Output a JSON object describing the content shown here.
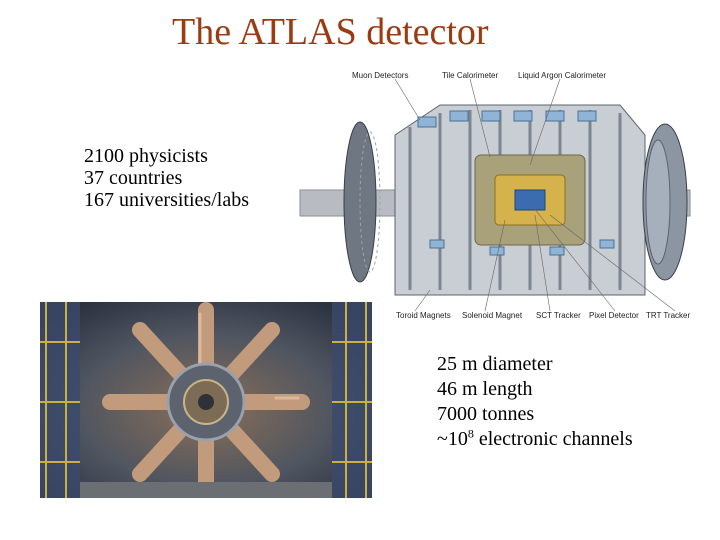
{
  "slide": {
    "title": "The ATLAS detector",
    "stats": [
      "2100 physicists",
      "37 countries",
      "167 universities/labs"
    ],
    "specs": {
      "diameter": "25 m diameter",
      "length": "46 m length",
      "weight": "7000 tonnes",
      "channels_prefix": "~10",
      "channels_exp": "8",
      "channels_suffix": " electronic channels"
    },
    "diagram_labels": {
      "muon": "Muon Detectors",
      "tile": "Tile Calorimeter",
      "lar": "Liquid Argon Calorimeter",
      "toroid": "Toroid Magnets",
      "solenoid": "Solenoid Magnet",
      "sct": "SCT Tracker",
      "pixel": "Pixel Detector",
      "trt": "TRT Tracker"
    }
  }
}
